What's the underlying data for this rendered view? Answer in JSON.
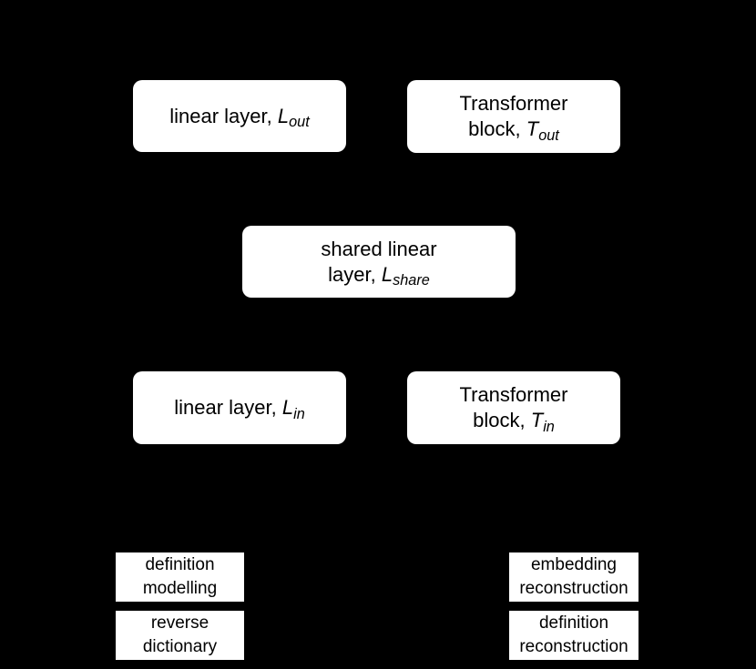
{
  "colors": {
    "background": "#000000",
    "box_fill": "#ffffff",
    "box_text": "#000000"
  },
  "boxes": {
    "linear_out": {
      "prefix": "linear layer, ",
      "var": "L",
      "sub": "out"
    },
    "transformer_out": {
      "line1": "Transformer",
      "line2_prefix": "block, ",
      "var": "T",
      "sub": "out"
    },
    "shared_linear": {
      "line1": "shared linear",
      "line2_prefix": "layer, ",
      "var": "L",
      "sub": "share"
    },
    "linear_in": {
      "prefix": "linear layer, ",
      "var": "L",
      "sub": "in"
    },
    "transformer_in": {
      "line1": "Transformer",
      "line2_prefix": "block, ",
      "var": "T",
      "sub": "in"
    }
  },
  "task_labels": {
    "definition_modelling": {
      "line1": "definition",
      "line2": "modelling"
    },
    "reverse_dictionary": {
      "line1": "reverse",
      "line2": "dictionary"
    },
    "embedding_reconstruction": {
      "line1": "embedding",
      "line2": "reconstruction"
    },
    "definition_reconstruction": {
      "line1": "definition",
      "line2": "reconstruction"
    }
  }
}
